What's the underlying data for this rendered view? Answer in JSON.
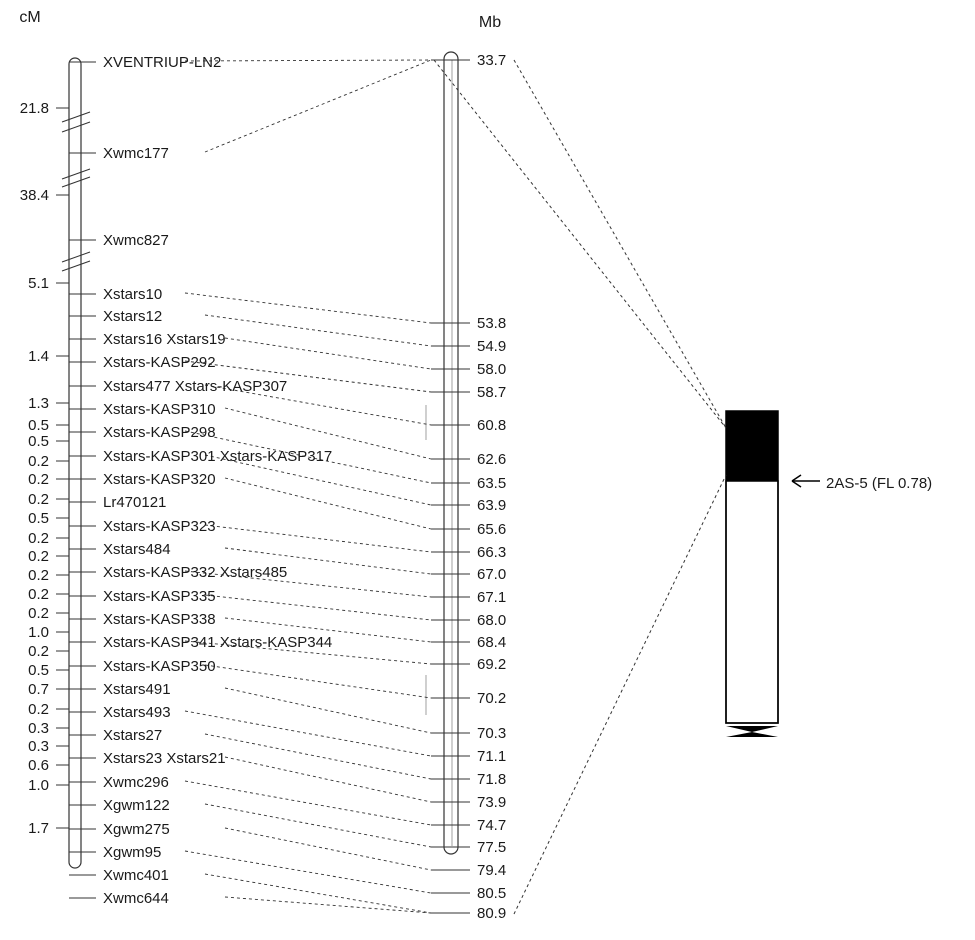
{
  "genetic_map": {
    "unit_label": "cM",
    "distances": [
      "21.8",
      "38.4",
      "5.1",
      "1.4",
      "1.3",
      "0.5",
      "0.5",
      "0.2",
      "0.2",
      "0.2",
      "0.5",
      "0.2",
      "0.2",
      "0.2",
      "0.2",
      "0.2",
      "1.0",
      "0.2",
      "0.5",
      "0.7",
      "0.2",
      "0.3",
      "0.3",
      "0.6",
      "1.0",
      "1.7"
    ],
    "marker_labels": [
      "XVENTRIUP-LN2",
      "Xwmc177",
      "Xwmc827",
      "Xstars10",
      "Xstars12",
      "Xstars16 Xstars19",
      "Xstars-KASP292",
      "Xstars477 Xstars-KASP307",
      "Xstars-KASP310",
      "Xstars-KASP298",
      "Xstars-KASP301 Xstars-KASP317",
      "Xstars-KASP320",
      "Lr470121",
      "Xstars-KASP323",
      "Xstars484",
      "Xstars-KASP332 Xstars485",
      "Xstars-KASP335",
      "Xstars-KASP338",
      "Xstars-KASP341 Xstars-KASP344",
      "Xstars-KASP350",
      "Xstars491",
      "Xstars493",
      "Xstars27",
      "Xstars23 Xstars21",
      "Xwmc296",
      "Xgwm122",
      "Xgwm275",
      "Xgwm95",
      "Xwmc401",
      "Xwmc644"
    ]
  },
  "physical_map": {
    "unit_label": "Mb",
    "positions": [
      "33.7",
      "53.8",
      "54.9",
      "58.0",
      "58.7",
      "60.8",
      "62.6",
      "63.5",
      "63.9",
      "65.6",
      "66.3",
      "67.0",
      "67.1",
      "68.0",
      "68.4",
      "69.2",
      "70.2",
      "70.3",
      "71.1",
      "71.8",
      "73.9",
      "74.7",
      "77.5",
      "79.4",
      "80.5",
      "80.9"
    ]
  },
  "deletion_bin": {
    "label": "2AS-5 (FL 0.78)"
  },
  "colors": {
    "line": "#333333",
    "bin_fill": "#000000"
  }
}
